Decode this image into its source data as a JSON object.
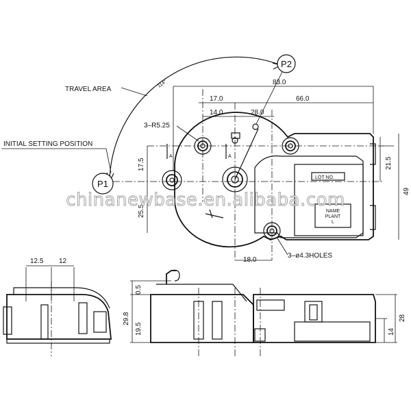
{
  "labels": {
    "travel_area": "TRAVEL AREA",
    "initial_setting": "INITIAL SETTING POSITION",
    "p1": "P1",
    "p2": "P2",
    "angle": "114°",
    "r525": "3–R5.25",
    "holes": "3–ø4.3HOLES",
    "lot_no": "LOT NO.",
    "name_plant_1": "NAME",
    "name_plant_2": "PLANT",
    "name_plant_3": "L",
    "section_a": "A"
  },
  "dimensions": {
    "d83": "83.0",
    "d17": "17.0",
    "d66": "66.0",
    "d14": "14.0",
    "d28": "28.0",
    "d175": "17.5",
    "d255": "25.5",
    "d215": "21.5",
    "d49": "49",
    "d18": "18.0",
    "d125": "12.5",
    "d12": "12",
    "d05": "0.5",
    "d298": "29.8",
    "d195": "19.5",
    "d28b": "28",
    "d14b": "14"
  },
  "watermark": "chinanewbase.en.alibaba.com"
}
